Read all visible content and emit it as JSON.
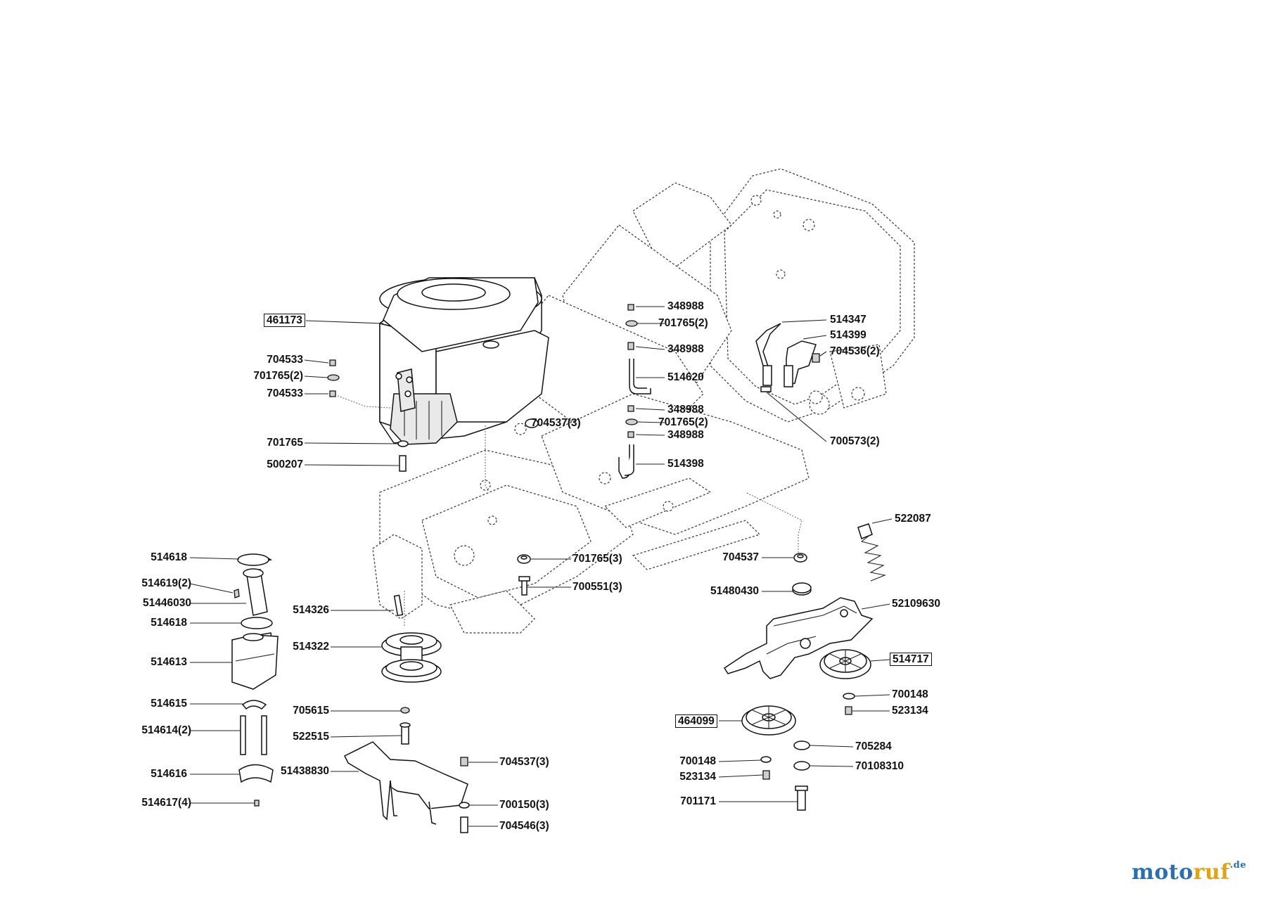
{
  "labels": {
    "l461173": "461173",
    "l704533a": "704533",
    "l701765_2a": "701765(2)",
    "l704533b": "704533",
    "l701765a": "701765",
    "l500207": "500207",
    "l348988a": "348988",
    "l701765_2b": "701765(2)",
    "l348988b": "348988",
    "l514620": "514620",
    "l348988c": "348988",
    "l701765_2c": "701765(2)",
    "l348988d": "348988",
    "l514398": "514398",
    "l704537_3a": "704537(3)",
    "l514347": "514347",
    "l514399": "514399",
    "l704536_2": "704536(2)",
    "l700573_2": "700573(2)",
    "l514618a": "514618",
    "l514619_2": "514619(2)",
    "l51446030": "51446030",
    "l514618b": "514618",
    "l514613": "514613",
    "l514615": "514615",
    "l514614_2": "514614(2)",
    "l514616": "514616",
    "l514617_4": "514617(4)",
    "l701765_3": "701765(3)",
    "l700551_3": "700551(3)",
    "l514326": "514326",
    "l514322": "514322",
    "l705615": "705615",
    "l522515": "522515",
    "l51438830": "51438830",
    "l704537_3b": "704537(3)",
    "l700150_3": "700150(3)",
    "l704546_3": "704546(3)",
    "l522087": "522087",
    "l704537": "704537",
    "l51480430": "51480430",
    "l52109630": "52109630",
    "l514717": "514717",
    "l700148a": "700148",
    "l523134a": "523134",
    "l464099": "464099",
    "l705284": "705284",
    "l700148b": "700148",
    "l70108310": "70108310",
    "l523134b": "523134",
    "l701171": "701171"
  },
  "brand": {
    "part1": "moto",
    "part2": "ruf",
    "tld": ".de"
  }
}
